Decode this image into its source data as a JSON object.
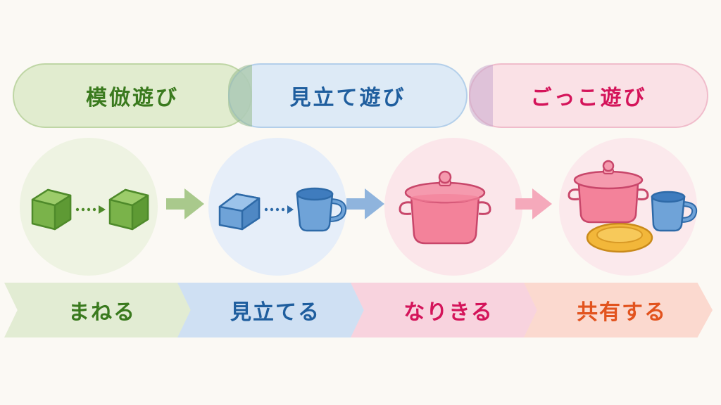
{
  "stages": [
    {
      "label": "模倣遊び",
      "color": "#3a7a1e"
    },
    {
      "label": "見立て遊び",
      "color": "#1f5e9e"
    },
    {
      "label": "ごっこ遊び",
      "color": "#d4145a"
    }
  ],
  "steps": [
    {
      "label": "まねる",
      "color": "#3a7a1e"
    },
    {
      "label": "見立てる",
      "color": "#1f5e9e"
    },
    {
      "label": "なりきる",
      "color": "#d4145a"
    },
    {
      "label": "共有する",
      "color": "#e2531e"
    }
  ],
  "icons": [
    "cube-icon",
    "cube-icon",
    "block-icon",
    "mug-icon",
    "pot-icon",
    "pot-icon",
    "mug-icon",
    "plate-icon"
  ]
}
